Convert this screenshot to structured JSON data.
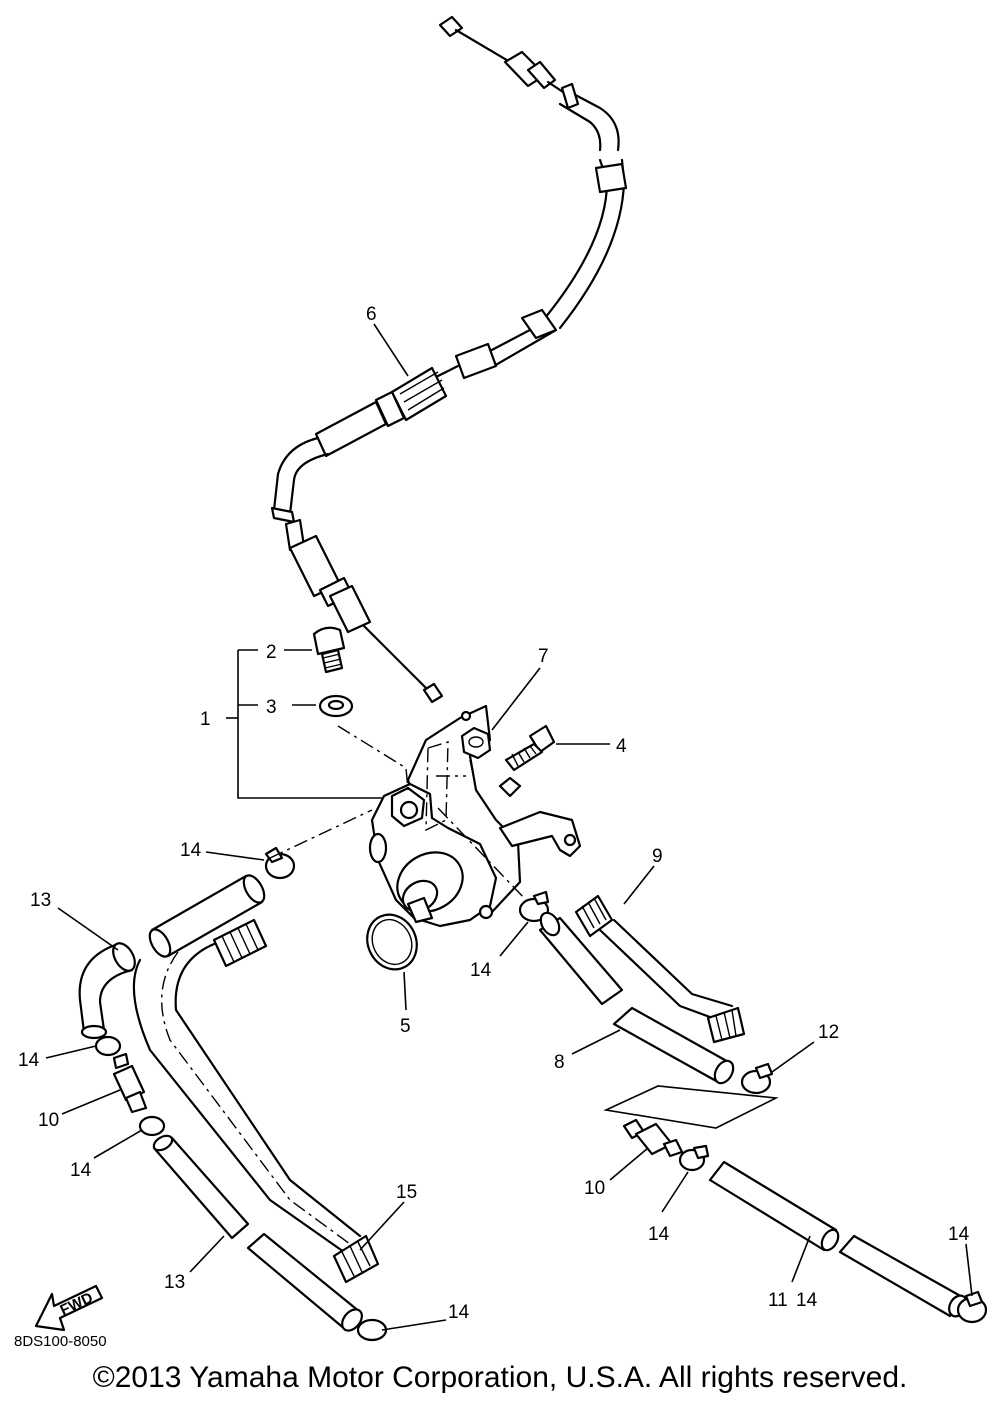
{
  "diagram": {
    "callouts": {
      "c1": "1",
      "c2": "2",
      "c3": "3",
      "c4": "4",
      "c5": "5",
      "c6": "6",
      "c7": "7",
      "c8": "8",
      "c9": "9",
      "c10a": "10",
      "c10b": "10",
      "c11": "11",
      "c12": "12",
      "c13a": "13",
      "c13b": "13",
      "c14a": "14",
      "c14b": "14",
      "c14c": "14",
      "c14d": "14",
      "c14e": "14",
      "c14f": "14",
      "c14g": "14",
      "c14h": "14",
      "c15": "15"
    },
    "fwd_label": "FWD",
    "part_code": "8DS100-8050"
  },
  "footer": {
    "copyright": "©2013 Yamaha Motor Corporation, U.S.A. All rights reserved."
  },
  "colors": {
    "ink": "#000000",
    "paper": "#ffffff"
  },
  "icons": {
    "fwd_arrow": "fwd-arrow-icon"
  }
}
